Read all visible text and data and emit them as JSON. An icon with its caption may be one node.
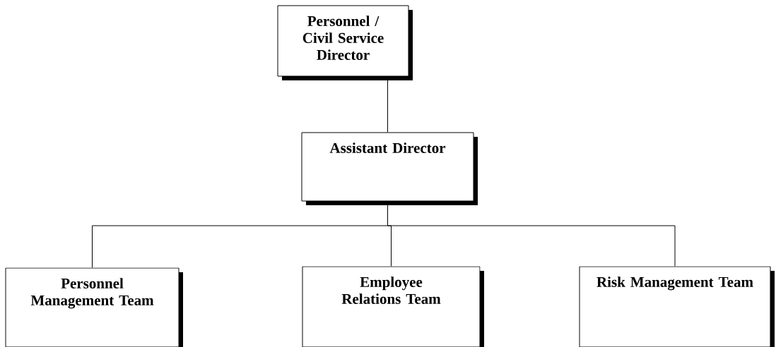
{
  "diagram": {
    "nodes": [
      {
        "text": [
          "Personnel / Civil Service Director"
        ]
      },
      {
        "text": [
          "Assistant Director"
        ]
      },
      {
        "text": [
          "Personnel Management Team"
        ]
      },
      {
        "text": [
          "Employee Relations Team"
        ]
      },
      {
        "text": [
          "Risk Management Team"
        ]
      }
    ],
    "edges": [
      {
        "from": 0,
        "to": 1,
        "arrow": "none"
      },
      {
        "from": 1,
        "to": 2,
        "arrow": "none"
      },
      {
        "from": 1,
        "to": 3,
        "arrow": "none"
      },
      {
        "from": 1,
        "to": 4,
        "arrow": "none"
      }
    ]
  }
}
